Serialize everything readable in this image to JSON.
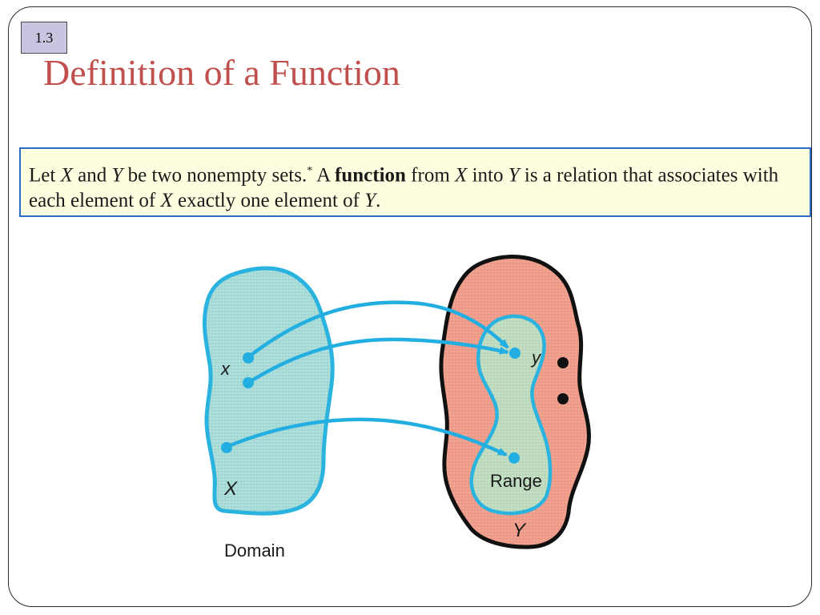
{
  "slide": {
    "section_number": "1.3",
    "title": "Definition of a Function"
  },
  "definition": {
    "let": "Let ",
    "x1": "X",
    "and": " and ",
    "y1": "Y",
    "be_sets": " be two nonempty sets.",
    "footnote_mark": "*",
    "a": " A ",
    "term": "function",
    "from": " from ",
    "x2": "X",
    "into": " into ",
    "y2": "Y",
    "relation": " is a relation that associates with each element of ",
    "x3": "X",
    "exactly": " exactly one element of ",
    "y3": "Y",
    "period": "."
  },
  "diagram": {
    "domain_set_label": "X",
    "domain_element_label": "x",
    "domain_caption": "Domain",
    "codomain_set_label": "Y",
    "codomain_element_label": "y",
    "range_label": "Range",
    "colors": {
      "domain_fill": "#a9dcd8",
      "domain_stroke": "#2bb3e0",
      "codomain_fill": "#ef9e8c",
      "codomain_stroke": "#111111",
      "range_fill": "#bfdcc0",
      "range_stroke": "#2bb3e0",
      "arrow": "#22aee0",
      "point_blue": "#22aee0",
      "point_black": "#111111"
    }
  }
}
